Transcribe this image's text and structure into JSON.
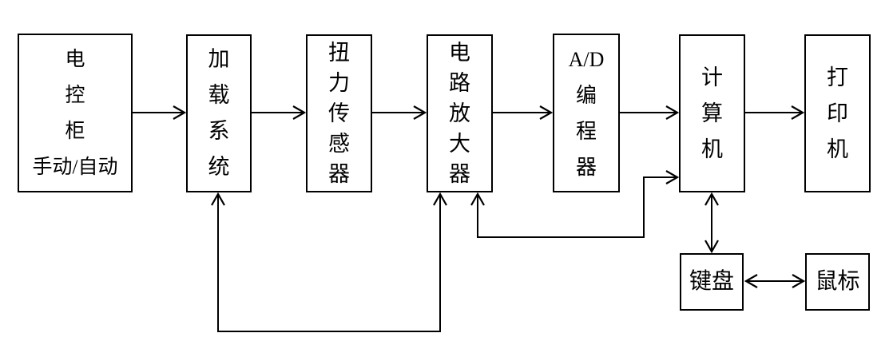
{
  "diagram": {
    "title": "torque-test-system-block-diagram",
    "background_color": "#ffffff",
    "line_color": "#000000",
    "boxes": {
      "control_cabinet": {
        "label": "电控柜 手动/自动",
        "lines": [
          "电",
          "控",
          "柜",
          "手动/自动"
        ]
      },
      "loading_system": {
        "label": "加载系统",
        "lines": [
          "加",
          "载",
          "系",
          "统"
        ]
      },
      "torque_sensor": {
        "label": "扭力传感器",
        "lines": [
          "扭",
          "力",
          "传",
          "感",
          "器"
        ]
      },
      "circuit_amplifier": {
        "label": "电路放大器",
        "lines": [
          "电",
          "路",
          "放",
          "大",
          "器"
        ]
      },
      "ad_programmer": {
        "label": "A/D编程器",
        "lines": [
          "A/D",
          "编",
          "程",
          "器"
        ]
      },
      "computer": {
        "label": "计算机",
        "lines": [
          "计",
          "算",
          "机"
        ]
      },
      "printer": {
        "label": "打印机",
        "lines": [
          "打",
          "印",
          "机"
        ]
      },
      "keyboard": {
        "label": "键盘",
        "lines": [
          "键盘"
        ]
      },
      "mouse": {
        "label": "鼠标",
        "lines": [
          "鼠标"
        ]
      }
    },
    "connections": [
      {
        "from": "control_cabinet",
        "to": "loading_system",
        "type": "arrow"
      },
      {
        "from": "loading_system",
        "to": "torque_sensor",
        "type": "arrow"
      },
      {
        "from": "torque_sensor",
        "to": "circuit_amplifier",
        "type": "arrow"
      },
      {
        "from": "circuit_amplifier",
        "to": "ad_programmer",
        "type": "arrow"
      },
      {
        "from": "ad_programmer",
        "to": "computer",
        "type": "arrow"
      },
      {
        "from": "computer",
        "to": "printer",
        "type": "arrow"
      },
      {
        "from": "circuit_amplifier",
        "to": "loading_system",
        "type": "double-arrow-bottom-loop"
      },
      {
        "from": "computer",
        "to": "circuit_amplifier",
        "type": "double-arrow-elbow"
      },
      {
        "from": "computer",
        "to": "keyboard",
        "type": "double-arrow"
      },
      {
        "from": "keyboard",
        "to": "mouse",
        "type": "double-arrow"
      }
    ]
  }
}
